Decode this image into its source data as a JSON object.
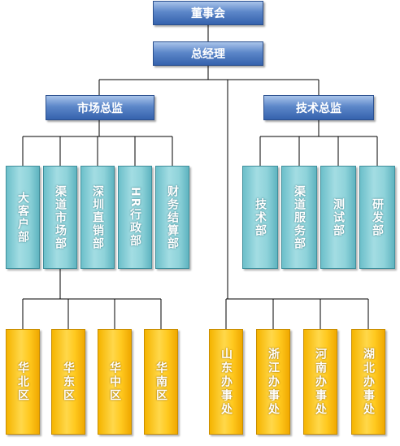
{
  "chairman": "董事会",
  "ceo": "总经理",
  "market": {
    "director": "市场总监",
    "departments": [
      "大客户部",
      "渠道市场部",
      "深圳直销部",
      "HR行政部",
      "财务结算部"
    ],
    "regions": [
      "华北区",
      "华东区",
      "华中区",
      "华南区"
    ]
  },
  "tech": {
    "director": "技术总监",
    "departments": [
      "技术部",
      "渠道服务部",
      "测试部",
      "研发部"
    ]
  },
  "offices": [
    "山东办事处",
    "浙江办事处",
    "河南办事处",
    "湖北办事处"
  ],
  "colors": {
    "executive": "#4a78c0",
    "department": "#8fd3da",
    "region": "#ffc91f",
    "connector": "#000000"
  }
}
